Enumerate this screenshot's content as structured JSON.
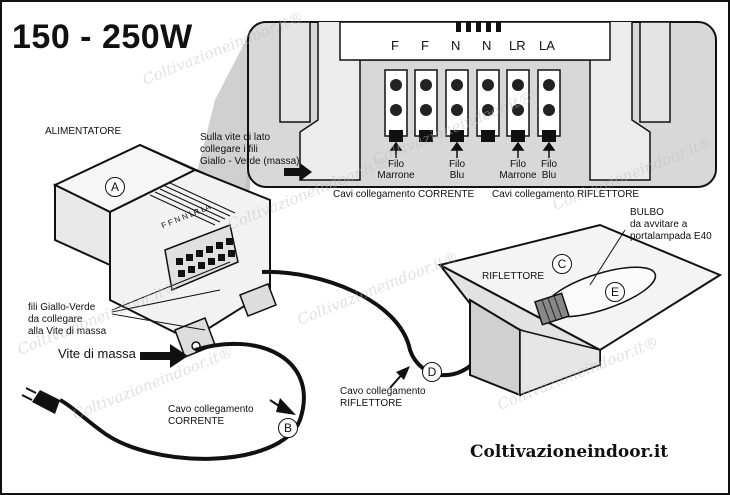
{
  "title": "150 - 250W",
  "terminals": [
    "F",
    "F",
    "N",
    "N",
    "LR",
    "LA"
  ],
  "ballast_terminals": "F F N N LR LA",
  "labels": {
    "alimentatore": "ALIMENTATORE",
    "side_screw_line1": "Sulla vite di lato",
    "side_screw_line2": "collegare i fili",
    "side_screw_line3": "Giallo - Verde (massa)",
    "filo_marrone_1a": "Filo",
    "filo_marrone_1b": "Marrone",
    "filo_blu_1a": "Filo",
    "filo_blu_1b": "Blu",
    "filo_marrone_2a": "Filo",
    "filo_marrone_2b": "Marrone",
    "filo_blu_2a": "Filo",
    "filo_blu_2b": "Blu",
    "cavi_corrente": "Cavi collegamento CORRENTE",
    "cavi_riflettore": "Cavi collegamento RIFLETTORE",
    "bulbo_1": "BULBO",
    "bulbo_2": "da avvitare a",
    "bulbo_3": "portalampada E40",
    "riflettore": "RIFLETTORE",
    "fili_gv_1": "fili Giallo-Verde",
    "fili_gv_2": "da collegare",
    "fili_gv_3": "alla Vite di massa",
    "vite_massa": "Vite di massa",
    "cavo_riflettore_1": "Cavo collegamento",
    "cavo_riflettore_2": "RIFLETTORE",
    "cavo_corrente_1": "Cavo collegamento",
    "cavo_corrente_2": "CORRENTE"
  },
  "badges": {
    "a": "A",
    "b": "B",
    "c": "C",
    "d": "D",
    "e": "E"
  },
  "brand": "Coltivazioneindoor.it",
  "watermark": "Coltivazioneindoor.it®",
  "colors": {
    "ink": "#111111",
    "inset_fill": "#d8d8d8",
    "shadow": "#c4c4c4",
    "paper": "#ffffff"
  }
}
